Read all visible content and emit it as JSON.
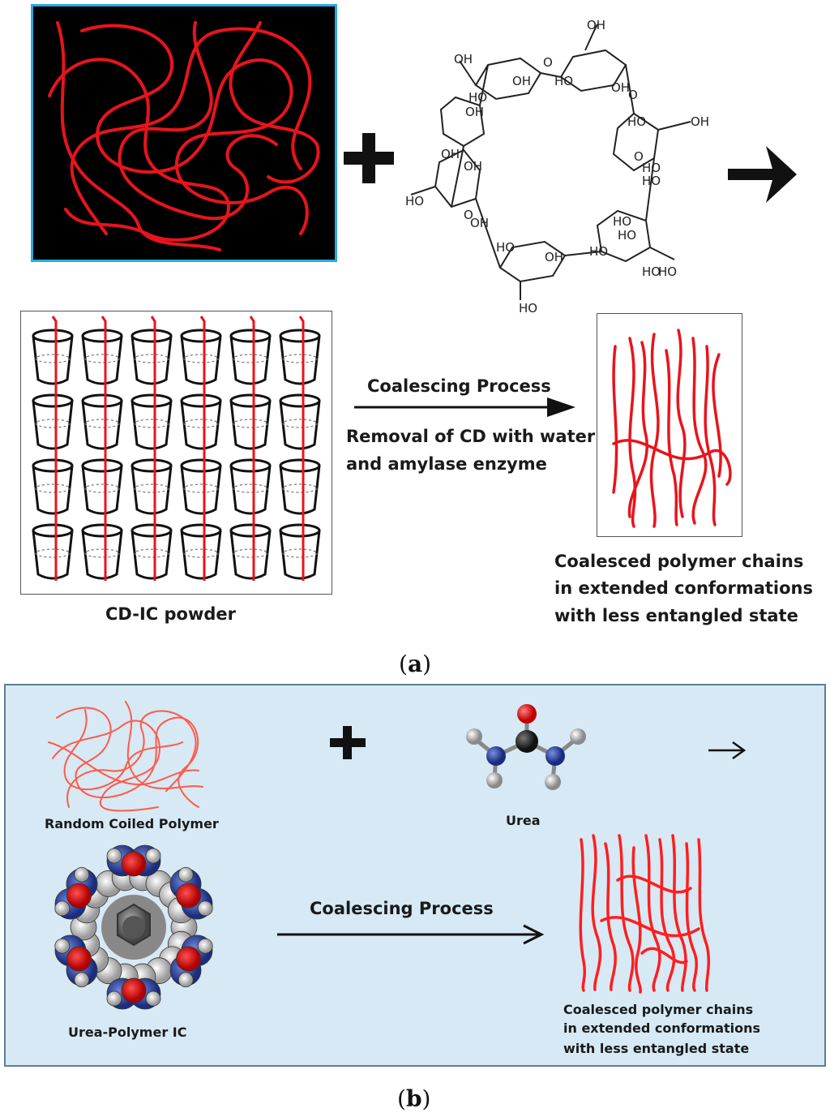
{
  "panel_a": {
    "caption_letter": "a",
    "cyclodextrin_groups": [
      "OH",
      "OH",
      "OH",
      "OH",
      "HO",
      "OH",
      "HO",
      "HO",
      "OH",
      "HO",
      "OH",
      "HO",
      "O",
      "O",
      "HO",
      "OH",
      "HO",
      "OH",
      "HO",
      "HO",
      "HO",
      "OH",
      "HO",
      "HO",
      "HO",
      "O",
      "O"
    ],
    "process_label": "Coalescing Process",
    "process_note_line1": "Removal of CD with water",
    "process_note_line2": "and amylase enzyme",
    "ic_label": "CD-IC powder",
    "result_line1": "Coalesced polymer chains",
    "result_line2": "in extended conformations",
    "result_line3": "with less entangled state"
  },
  "panel_b": {
    "caption_letter": "b",
    "coil_label": "Random Coiled Polymer",
    "urea_label": "Urea",
    "ic_label": "Urea-Polymer IC",
    "process_label": "Coalescing Process",
    "result_line1": "Coalesced polymer chains",
    "result_line2": "in extended conformations",
    "result_line3": "with less entangled state"
  },
  "colors": {
    "polymer_red": "#e8141c",
    "panel_b_bg": "#d6e9f5",
    "coil_box_border": "#29a9e0",
    "urea_oxygen": "#e01010",
    "urea_nitrogen": "#2a3fa0"
  }
}
